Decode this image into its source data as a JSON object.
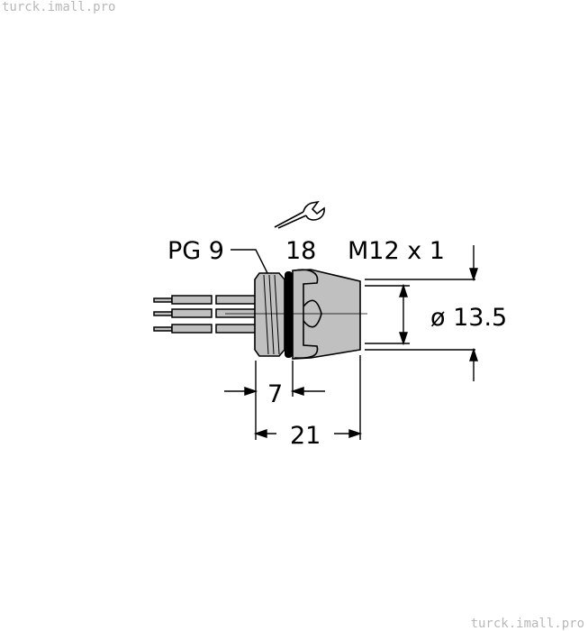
{
  "watermark_top": "turck.imall.pro",
  "watermark_bottom": "turck.imall.pro",
  "labels": {
    "thread_pg": "PG 9",
    "wrench_size": "18",
    "thread_m": "M12 x 1",
    "diameter": "ø 13.5",
    "nut_length": "7",
    "total_length": "21"
  },
  "icons": {
    "wrench": "wrench-icon"
  },
  "colors": {
    "body_fill": "#c0c0c0",
    "line": "#000000",
    "watermark": "#b8b8b8"
  }
}
